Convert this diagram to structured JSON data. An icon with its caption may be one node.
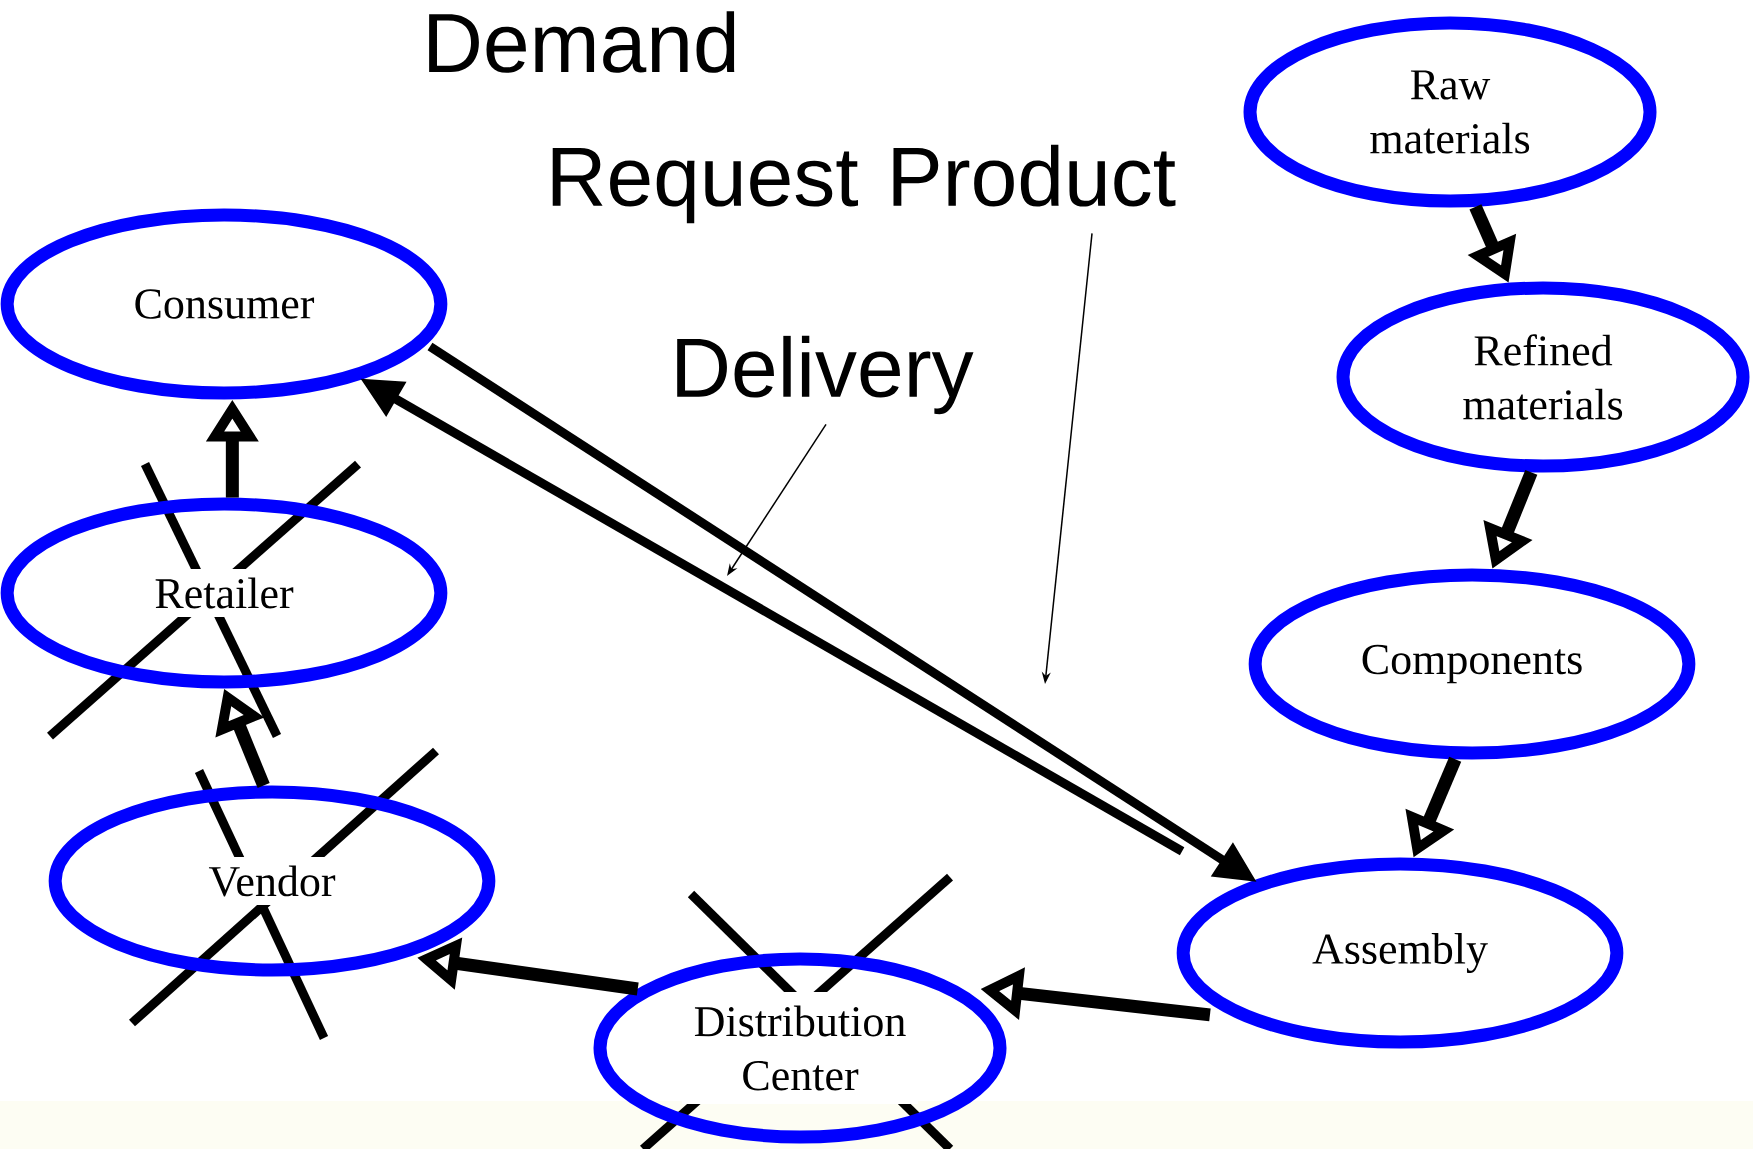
{
  "diagram": {
    "title": "Demand",
    "nodes": [
      {
        "text": [
          "Raw materials"
        ]
      },
      {
        "text": [
          "Refined materials"
        ]
      },
      {
        "text": [
          "Components"
        ]
      },
      {
        "text": [
          "Assembly"
        ]
      },
      {
        "text": [
          "Distribution Center"
        ]
      },
      {
        "text": [
          "Vendor"
        ]
      },
      {
        "text": [
          "Retailer"
        ]
      },
      {
        "text": [
          "Consumer"
        ]
      },
      {
        "text": [
          "Request Product"
        ]
      },
      {
        "text": [
          "Delivery"
        ]
      }
    ],
    "edges": [
      {
        "from": 0,
        "to": 1,
        "arrow": "to"
      },
      {
        "from": 1,
        "to": 2,
        "arrow": "to"
      },
      {
        "from": 2,
        "to": 3,
        "arrow": "to"
      },
      {
        "from": 3,
        "to": 4,
        "arrow": "to"
      },
      {
        "from": 4,
        "to": 5,
        "arrow": "to"
      },
      {
        "from": 5,
        "to": 6,
        "arrow": "to"
      },
      {
        "from": 6,
        "to": 7,
        "arrow": "to"
      },
      {
        "from": 7,
        "to": 3,
        "arrow": "to"
      },
      {
        "from": 3,
        "to": 7,
        "arrow": "to"
      },
      {
        "from": 8,
        "to": null,
        "arrow": "to"
      },
      {
        "from": 9,
        "to": null,
        "arrow": "to"
      }
    ]
  }
}
